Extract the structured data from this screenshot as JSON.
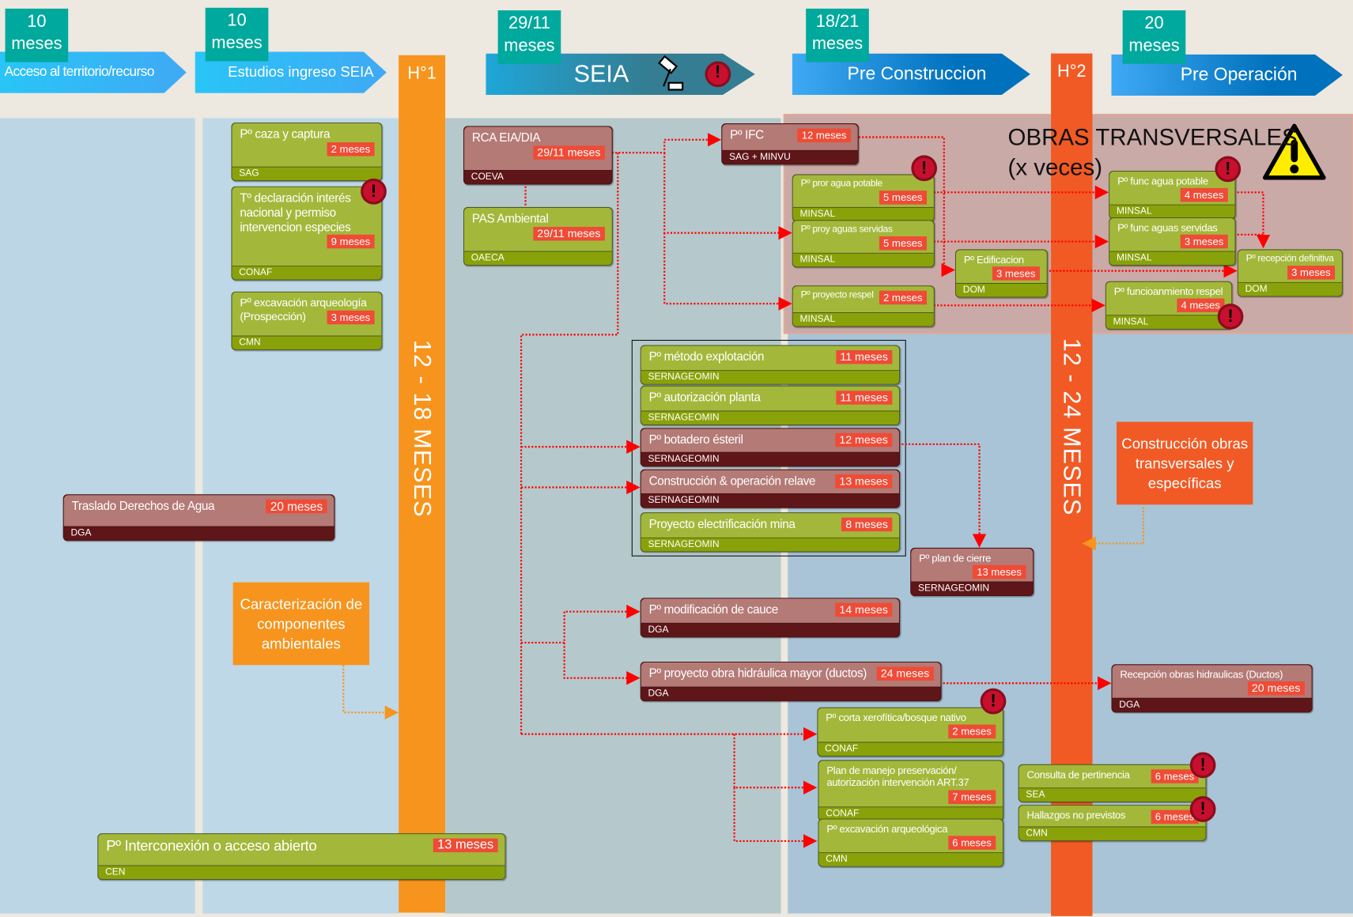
{
  "phases": [
    {
      "months": "10 meses",
      "label": "Acceso al territorio/recurso"
    },
    {
      "months": "10 meses",
      "label": "Estudios ingreso SEIA"
    },
    {
      "months": "29/11 meses",
      "label": "SEIA"
    },
    {
      "months": "18/21 meses",
      "label": "Pre Construccion"
    },
    {
      "months": "20 meses",
      "label": "Pre Operación"
    }
  ],
  "milestones": [
    {
      "label": "H°1",
      "duration": "12 - 18 MESES",
      "color": "#f7941d"
    },
    {
      "label": "H°2",
      "duration": "12 - 24 MESES",
      "color": "#f15a24"
    }
  ],
  "obras": {
    "title": "OBRAS TRANSVERSALES",
    "subtitle": "(x veces)"
  },
  "notes": [
    {
      "text": "Caracterización de componentes ambientales",
      "color": "#f7941d"
    },
    {
      "text": "Construcción obras transversales y específicas",
      "color": "#f15a24"
    }
  ],
  "icons": {
    "seia": "gavel-icon",
    "alert": "exclamation-circle-icon",
    "warning": "warning-triangle-icon"
  },
  "colors": {
    "card_green": "#a3b83a",
    "card_red": "#b47a76",
    "badge": "#ef4b36",
    "connector": "#ff0000"
  },
  "cards": [
    {
      "title": "Pº caza y captura",
      "duration": "2 meses",
      "agency": "SAG",
      "type": "green"
    },
    {
      "title": "Tº declaración interés nacional y permiso intervencion especies",
      "duration": "9 meses",
      "agency": "CONAF",
      "type": "green",
      "alert": true
    },
    {
      "title": "Pº excavación arqueología (Prospección)",
      "duration": "3 meses",
      "agency": "CMN",
      "type": "green"
    },
    {
      "title": "Traslado Derechos de Agua",
      "duration": "20 meses",
      "agency": "DGA",
      "type": "red"
    },
    {
      "title": "Pº Interconexión o acceso abierto",
      "duration": "13 meses",
      "agency": "CEN",
      "type": "green"
    },
    {
      "title": "RCA EIA/DIA",
      "duration": "29/11 meses",
      "agency": "COEVA",
      "type": "red"
    },
    {
      "title": "PAS Ambiental",
      "duration": "29/11 meses",
      "agency": "OAECA",
      "type": "green"
    },
    {
      "title": "Pº IFC",
      "duration": "12 meses",
      "agency": "SAG + MINVU",
      "type": "red"
    },
    {
      "title": "Pº pror agua potable",
      "duration": "5 meses",
      "agency": "MINSAL",
      "type": "green",
      "alert": true
    },
    {
      "title": "Pº proy aguas servidas",
      "duration": "5 meses",
      "agency": "MINSAL",
      "type": "green"
    },
    {
      "title": "Pº proyecto respel",
      "duration": "2 meses",
      "agency": "MINSAL",
      "type": "green"
    },
    {
      "title": "Pº Edificacion",
      "duration": "3 meses",
      "agency": "DOM",
      "type": "green"
    },
    {
      "title": "Pº func agua potable",
      "duration": "4 meses",
      "agency": "MINSAL",
      "type": "green",
      "alert": true
    },
    {
      "title": "Pº func aguas servidas",
      "duration": "3 meses",
      "agency": "MINSAL",
      "type": "green"
    },
    {
      "title": "Pº recepción definitiva",
      "duration": "3 meses",
      "agency": "DOM",
      "type": "green"
    },
    {
      "title": "Pº funcioanmiento respel",
      "duration": "4 meses",
      "agency": "MINSAL",
      "type": "green",
      "alert": true
    },
    {
      "title": "Pº método explotación",
      "duration": "11 meses",
      "agency": "SERNAGEOMIN",
      "type": "green"
    },
    {
      "title": "Pº autorización planta",
      "duration": "11 meses",
      "agency": "SERNAGEOMIN",
      "type": "green"
    },
    {
      "title": "Pº botadero ésteril",
      "duration": "12 meses",
      "agency": "SERNAGEOMIN",
      "type": "red"
    },
    {
      "title": "Construcción & operación relave",
      "duration": "13 meses",
      "agency": "SERNAGEOMIN",
      "type": "red"
    },
    {
      "title": "Proyecto electrificación mina",
      "duration": "8 meses",
      "agency": "SERNAGEOMIN",
      "type": "green"
    },
    {
      "title": "Pº plan de cierre",
      "duration": "13 meses",
      "agency": "SERNAGEOMIN",
      "type": "red"
    },
    {
      "title": "Pº modificación de cauce",
      "duration": "14 meses",
      "agency": "DGA",
      "type": "red"
    },
    {
      "title": "Pº proyecto obra hidráulica mayor (ductos)",
      "duration": "24 meses",
      "agency": "DGA",
      "type": "red"
    },
    {
      "title": "Recepción obras hidraulicas (Ductos)",
      "duration": "20 meses",
      "agency": "DGA",
      "type": "red"
    },
    {
      "title": "Pº corta xerofítica/bosque nativo",
      "duration": "2 meses",
      "agency": "CONAF",
      "type": "green",
      "alert": true
    },
    {
      "title": "Plan de manejo preservación/ autorización intervención ART.37",
      "duration": "7 meses",
      "agency": "CONAF",
      "type": "green"
    },
    {
      "title": "Pº excavación arqueológica",
      "duration": "6 meses",
      "agency": "CMN",
      "type": "green"
    },
    {
      "title": "Consulta de pertinencia",
      "duration": "6 meses",
      "agency": "SEA",
      "type": "green",
      "alert": true
    },
    {
      "title": "Hallazgos no previstos",
      "duration": "6 meses",
      "agency": "CMN",
      "type": "green",
      "alert": true
    }
  ]
}
